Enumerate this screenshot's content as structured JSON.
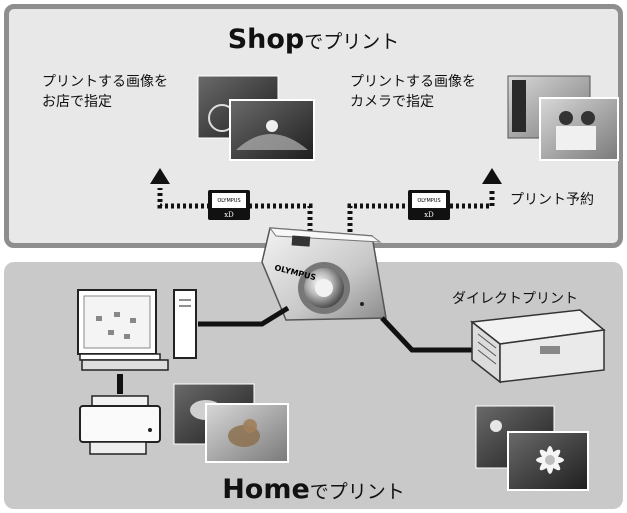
{
  "shop": {
    "title_brand": "Shop",
    "title_suffix": "でプリント",
    "label_left": "プリントする画像を\nお店で指定",
    "label_right": "プリントする画像を\nカメラで指定",
    "label_reserve": "プリント予約"
  },
  "home": {
    "title_brand": "Home",
    "title_suffix": "でプリント",
    "label_direct": "ダイレクトプリント"
  },
  "camera": {
    "brand": "OLYMPUS"
  },
  "card": {
    "brand": "OLYMPUS",
    "type": "xD"
  }
}
